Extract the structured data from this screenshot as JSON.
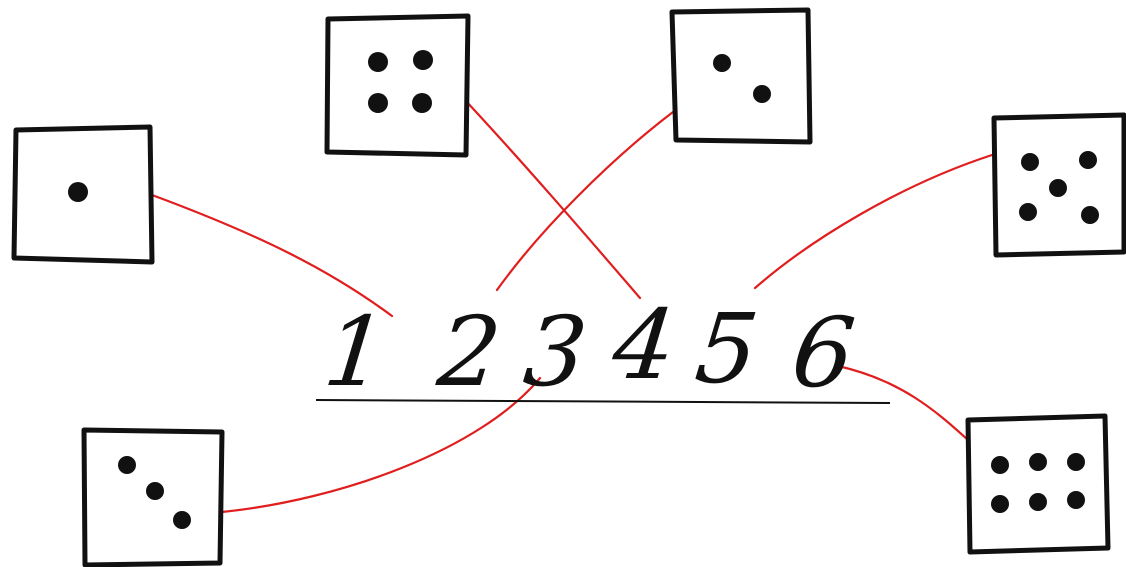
{
  "numerals": [
    "1",
    "2",
    "3",
    "4",
    "5",
    "6"
  ],
  "dice": [
    {
      "id": "die-one",
      "pips": 1,
      "connects_to": "1"
    },
    {
      "id": "die-four",
      "pips": 4,
      "connects_to": "4"
    },
    {
      "id": "die-two",
      "pips": 2,
      "connects_to": "2"
    },
    {
      "id": "die-five",
      "pips": 5,
      "connects_to": "5"
    },
    {
      "id": "die-three",
      "pips": 3,
      "connects_to": "3"
    },
    {
      "id": "die-six",
      "pips": 6,
      "connects_to": "6"
    }
  ],
  "colors": {
    "line": "#e01e1e",
    "ink": "#111111",
    "background": "#ffffff"
  }
}
